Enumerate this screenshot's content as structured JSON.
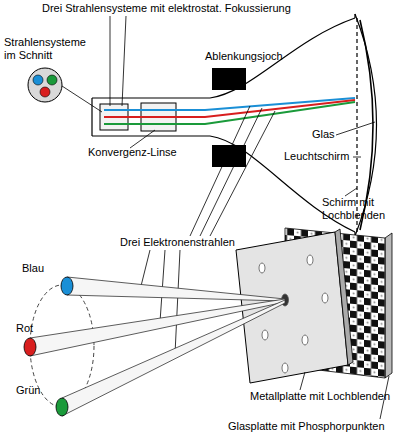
{
  "diagram": {
    "labels": [
      "Drei Strahlensysteme mit elektrostat. Fokussierung",
      "Strahlensysteme im Schnitt",
      "Ablenkungsjoch",
      "Konvergenz-Linse",
      "Glas",
      "Leuchtschirm",
      "Schirm mit Lochblenden",
      "Drei Elektronenstrahlen",
      "Blau",
      "Rot",
      "Grün",
      "Metallplatte mit Lochblenden",
      "Glasplatte mit Phosphorpunkten"
    ]
  }
}
